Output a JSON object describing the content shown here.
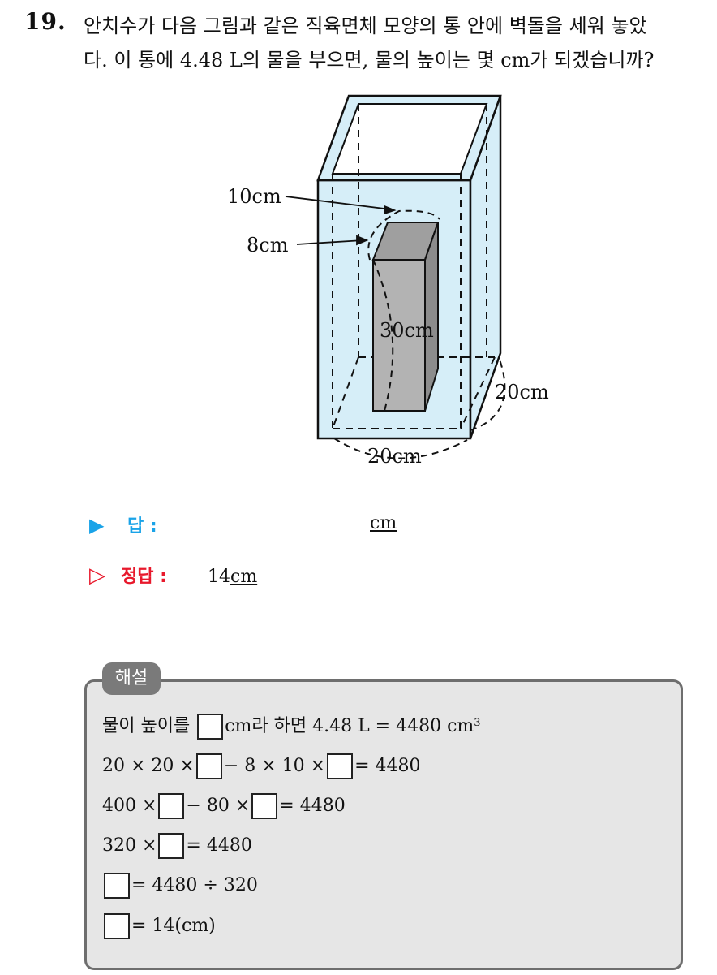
{
  "question": {
    "number": "19.",
    "line1": "안치수가 다음 그림과 같은 직육면체 모양의 통 안에 벽돌을 세워 놓았",
    "line2": "다. 이 통에 4.48 L의 물을 부으면, 물의 높이는 몇  cm가 되겠습니까?"
  },
  "figure": {
    "label_top": "10cm",
    "label_side": "8cm",
    "label_height": "30cm",
    "label_depth": "20cm",
    "label_width": "20cm"
  },
  "answer": {
    "marker": "▶",
    "label": "답 :",
    "unit": "cm"
  },
  "correct": {
    "marker": "▷",
    "label": "정답 :",
    "value": "14",
    "unit": "cm"
  },
  "explanation": {
    "tab": "해설",
    "line1_a": "물이 높이를",
    "line1_b": "cm라 하면 4.48 L = 4480 cm",
    "line1_sup": "3",
    "line2_a": "20 × 20 ×",
    "line2_b": "− 8 × 10 ×",
    "line2_c": "= 4480",
    "line3_a": "400 ×",
    "line3_b": "− 80 ×",
    "line3_c": "= 4480",
    "line4_a": "320 ×",
    "line4_b": "= 4480",
    "line5_a": "= 4480 ÷ 320",
    "line6_a": "= 14(cm)"
  },
  "colors": {
    "answer_accent": "#1aa3e8",
    "correct_accent": "#e8192c",
    "container_fill": "#d6eef8",
    "brick_front": "#b3b3b3",
    "brick_side": "#9a9a9a",
    "explain_bg": "#e6e6e6",
    "explain_border": "#6e6e6e"
  }
}
